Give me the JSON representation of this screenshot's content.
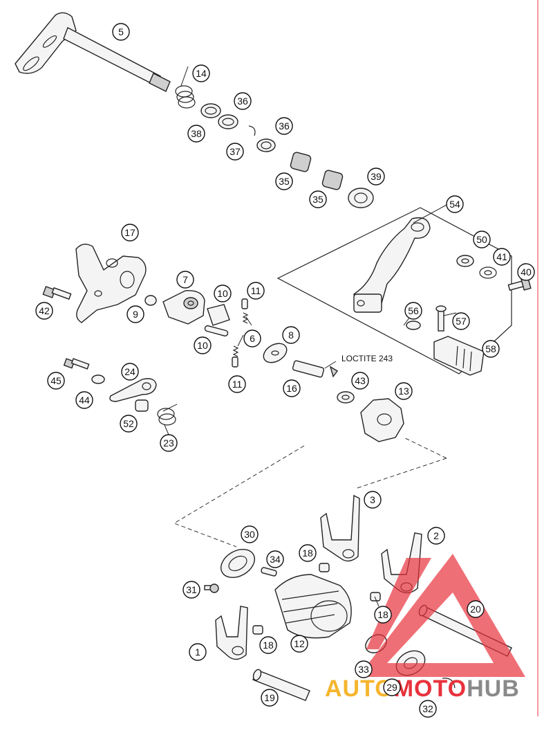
{
  "callouts": [
    {
      "id": "c5",
      "label": "5"
    },
    {
      "id": "c14",
      "label": "14"
    },
    {
      "id": "c36a",
      "label": "36"
    },
    {
      "id": "c38",
      "label": "38"
    },
    {
      "id": "c36b",
      "label": "36"
    },
    {
      "id": "c37",
      "label": "37"
    },
    {
      "id": "c35a",
      "label": "35"
    },
    {
      "id": "c35b",
      "label": "35"
    },
    {
      "id": "c39",
      "label": "39"
    },
    {
      "id": "c54",
      "label": "54"
    },
    {
      "id": "c50",
      "label": "50"
    },
    {
      "id": "c41",
      "label": "41"
    },
    {
      "id": "c40",
      "label": "40"
    },
    {
      "id": "c17",
      "label": "17"
    },
    {
      "id": "c7",
      "label": "7"
    },
    {
      "id": "c10a",
      "label": "10"
    },
    {
      "id": "c11a",
      "label": "11"
    },
    {
      "id": "c42",
      "label": "42"
    },
    {
      "id": "c9",
      "label": "9"
    },
    {
      "id": "c56",
      "label": "56"
    },
    {
      "id": "c57",
      "label": "57"
    },
    {
      "id": "c8",
      "label": "8"
    },
    {
      "id": "c6",
      "label": "6"
    },
    {
      "id": "c10b",
      "label": "10"
    },
    {
      "id": "c58",
      "label": "58"
    },
    {
      "id": "c11b",
      "label": "11"
    },
    {
      "id": "c24",
      "label": "24"
    },
    {
      "id": "c45",
      "label": "45"
    },
    {
      "id": "c16",
      "label": "16"
    },
    {
      "id": "c43",
      "label": "43"
    },
    {
      "id": "c44",
      "label": "44"
    },
    {
      "id": "c13",
      "label": "13"
    },
    {
      "id": "c52",
      "label": "52"
    },
    {
      "id": "c23",
      "label": "23"
    },
    {
      "id": "c3",
      "label": "3"
    },
    {
      "id": "c30",
      "label": "30"
    },
    {
      "id": "c2",
      "label": "2"
    },
    {
      "id": "c18a",
      "label": "18"
    },
    {
      "id": "c34",
      "label": "34"
    },
    {
      "id": "c31",
      "label": "31"
    },
    {
      "id": "c18b",
      "label": "18"
    },
    {
      "id": "c20",
      "label": "20"
    },
    {
      "id": "c12",
      "label": "12"
    },
    {
      "id": "c18c",
      "label": "18"
    },
    {
      "id": "c1",
      "label": "1"
    },
    {
      "id": "c33",
      "label": "33"
    },
    {
      "id": "c29",
      "label": "29"
    },
    {
      "id": "c19",
      "label": "19"
    },
    {
      "id": "c32",
      "label": "32"
    }
  ],
  "loctite_note": "LOCTITE 243",
  "watermark": {
    "word_auto": "AUTO",
    "word_moto": "MOTO",
    "word_hub": "HUB",
    "color_orange": "#f5b52e",
    "color_red": "#e8323c",
    "color_grey": "#8a8a8a"
  },
  "margin_line_color": "#e8323c"
}
